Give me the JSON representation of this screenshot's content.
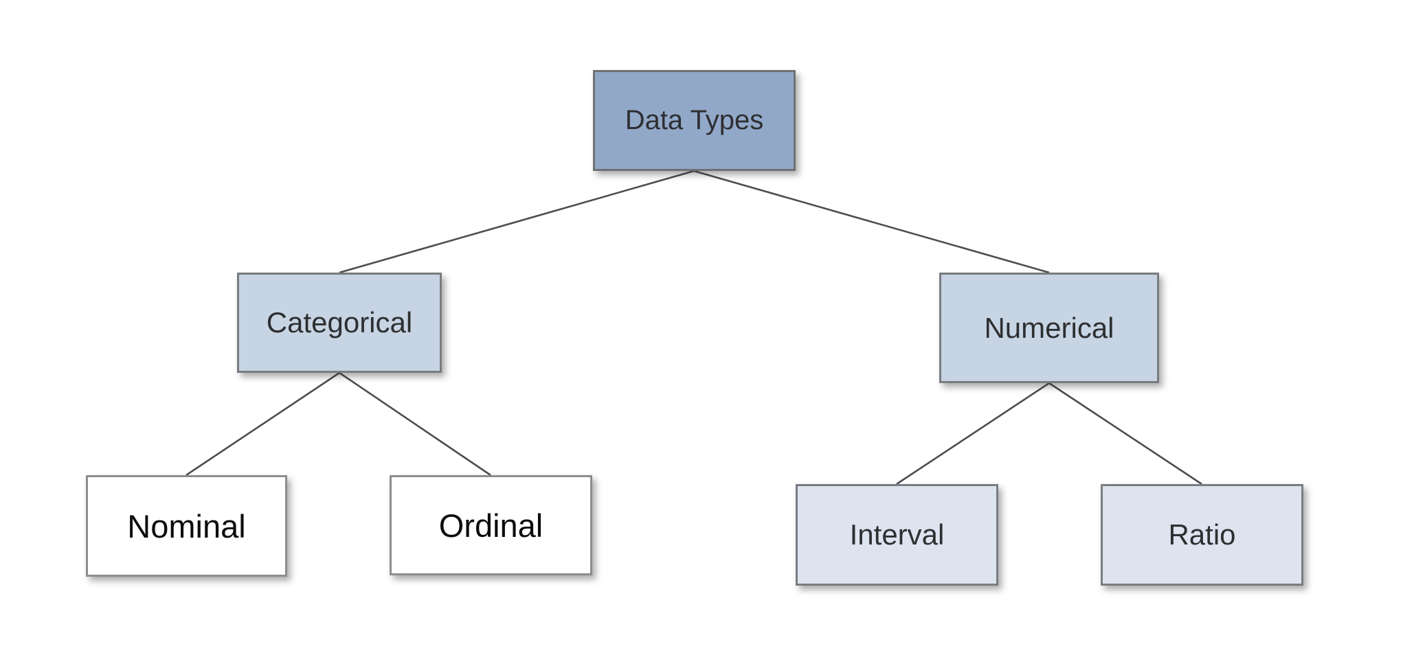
{
  "diagram": {
    "nodes": {
      "root": {
        "label": "Data Types",
        "fill": "#92a8c9",
        "level": 1
      },
      "categorical": {
        "label": "Categorical",
        "fill": "#c7d4e3",
        "level": 2
      },
      "numerical": {
        "label": "Numerical",
        "fill": "#c7d4e3",
        "level": 2
      },
      "nominal": {
        "label": "Nominal",
        "fill": "#ffffff",
        "level": 3
      },
      "ordinal": {
        "label": "Ordinal",
        "fill": "#ffffff",
        "level": 3
      },
      "interval": {
        "label": "Interval",
        "fill": "#dde4ef",
        "level": 3
      },
      "ratio": {
        "label": "Ratio",
        "fill": "#dde4ef",
        "level": 3
      }
    },
    "edges": [
      {
        "from": "Data Types",
        "to": "Categorical"
      },
      {
        "from": "Data Types",
        "to": "Numerical"
      },
      {
        "from": "Categorical",
        "to": "Nominal"
      },
      {
        "from": "Categorical",
        "to": "Ordinal"
      },
      {
        "from": "Numerical",
        "to": "Interval"
      },
      {
        "from": "Numerical",
        "to": "Ratio"
      }
    ],
    "colors": {
      "background": "#ffffff",
      "root_fill": "#92a8c9",
      "mid_fill": "#c7d4e3",
      "pale_leaf_fill": "#dde4ef",
      "white_leaf_fill": "#ffffff",
      "border_gray": "#787c80",
      "edge_line": "#4c4d4f",
      "text_dark": "#2d2f31",
      "text_black": "#0c0c0c"
    }
  }
}
